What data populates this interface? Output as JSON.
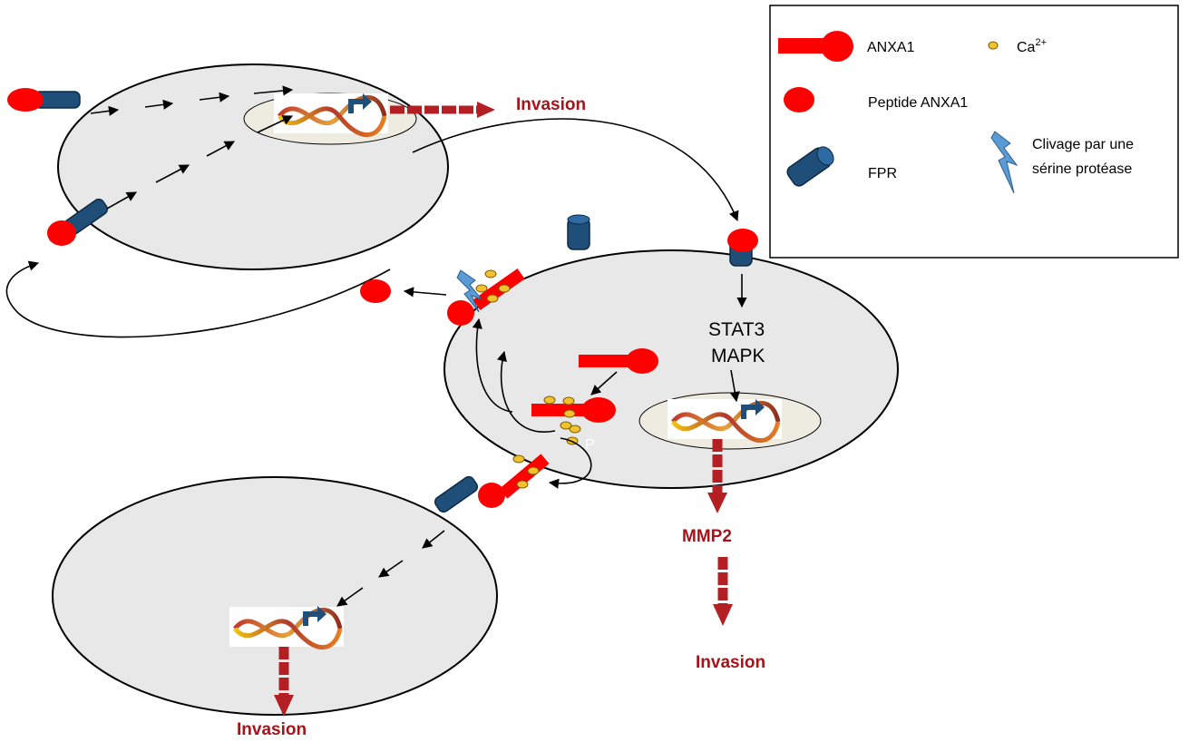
{
  "colors": {
    "cell_fill": "#e8e8e8",
    "cell_stroke": "#000000",
    "annexin": "#ff0000",
    "receptor": "#1f4e79",
    "calcium": "#f2c12e",
    "cleavage": "#5b9bd5",
    "invasion_text": "#a5141b",
    "big_arrow": "#b41f24"
  },
  "legend": {
    "anxa1": "ANXA1",
    "calcium_base": "Ca",
    "calcium_sup": "2+",
    "peptide": "Peptide ANXA1",
    "fpr": "FPR",
    "cleavage_line1": "Clivage par une",
    "cleavage_line2": "sérine protéase"
  },
  "labels": {
    "invasion_top": "Invasion",
    "invasion_bottom_left": "Invasion",
    "invasion_right": "Invasion",
    "mmp2": "MMP2",
    "stat3": "STAT3",
    "mapk": "MAPK",
    "phospho": "P"
  }
}
